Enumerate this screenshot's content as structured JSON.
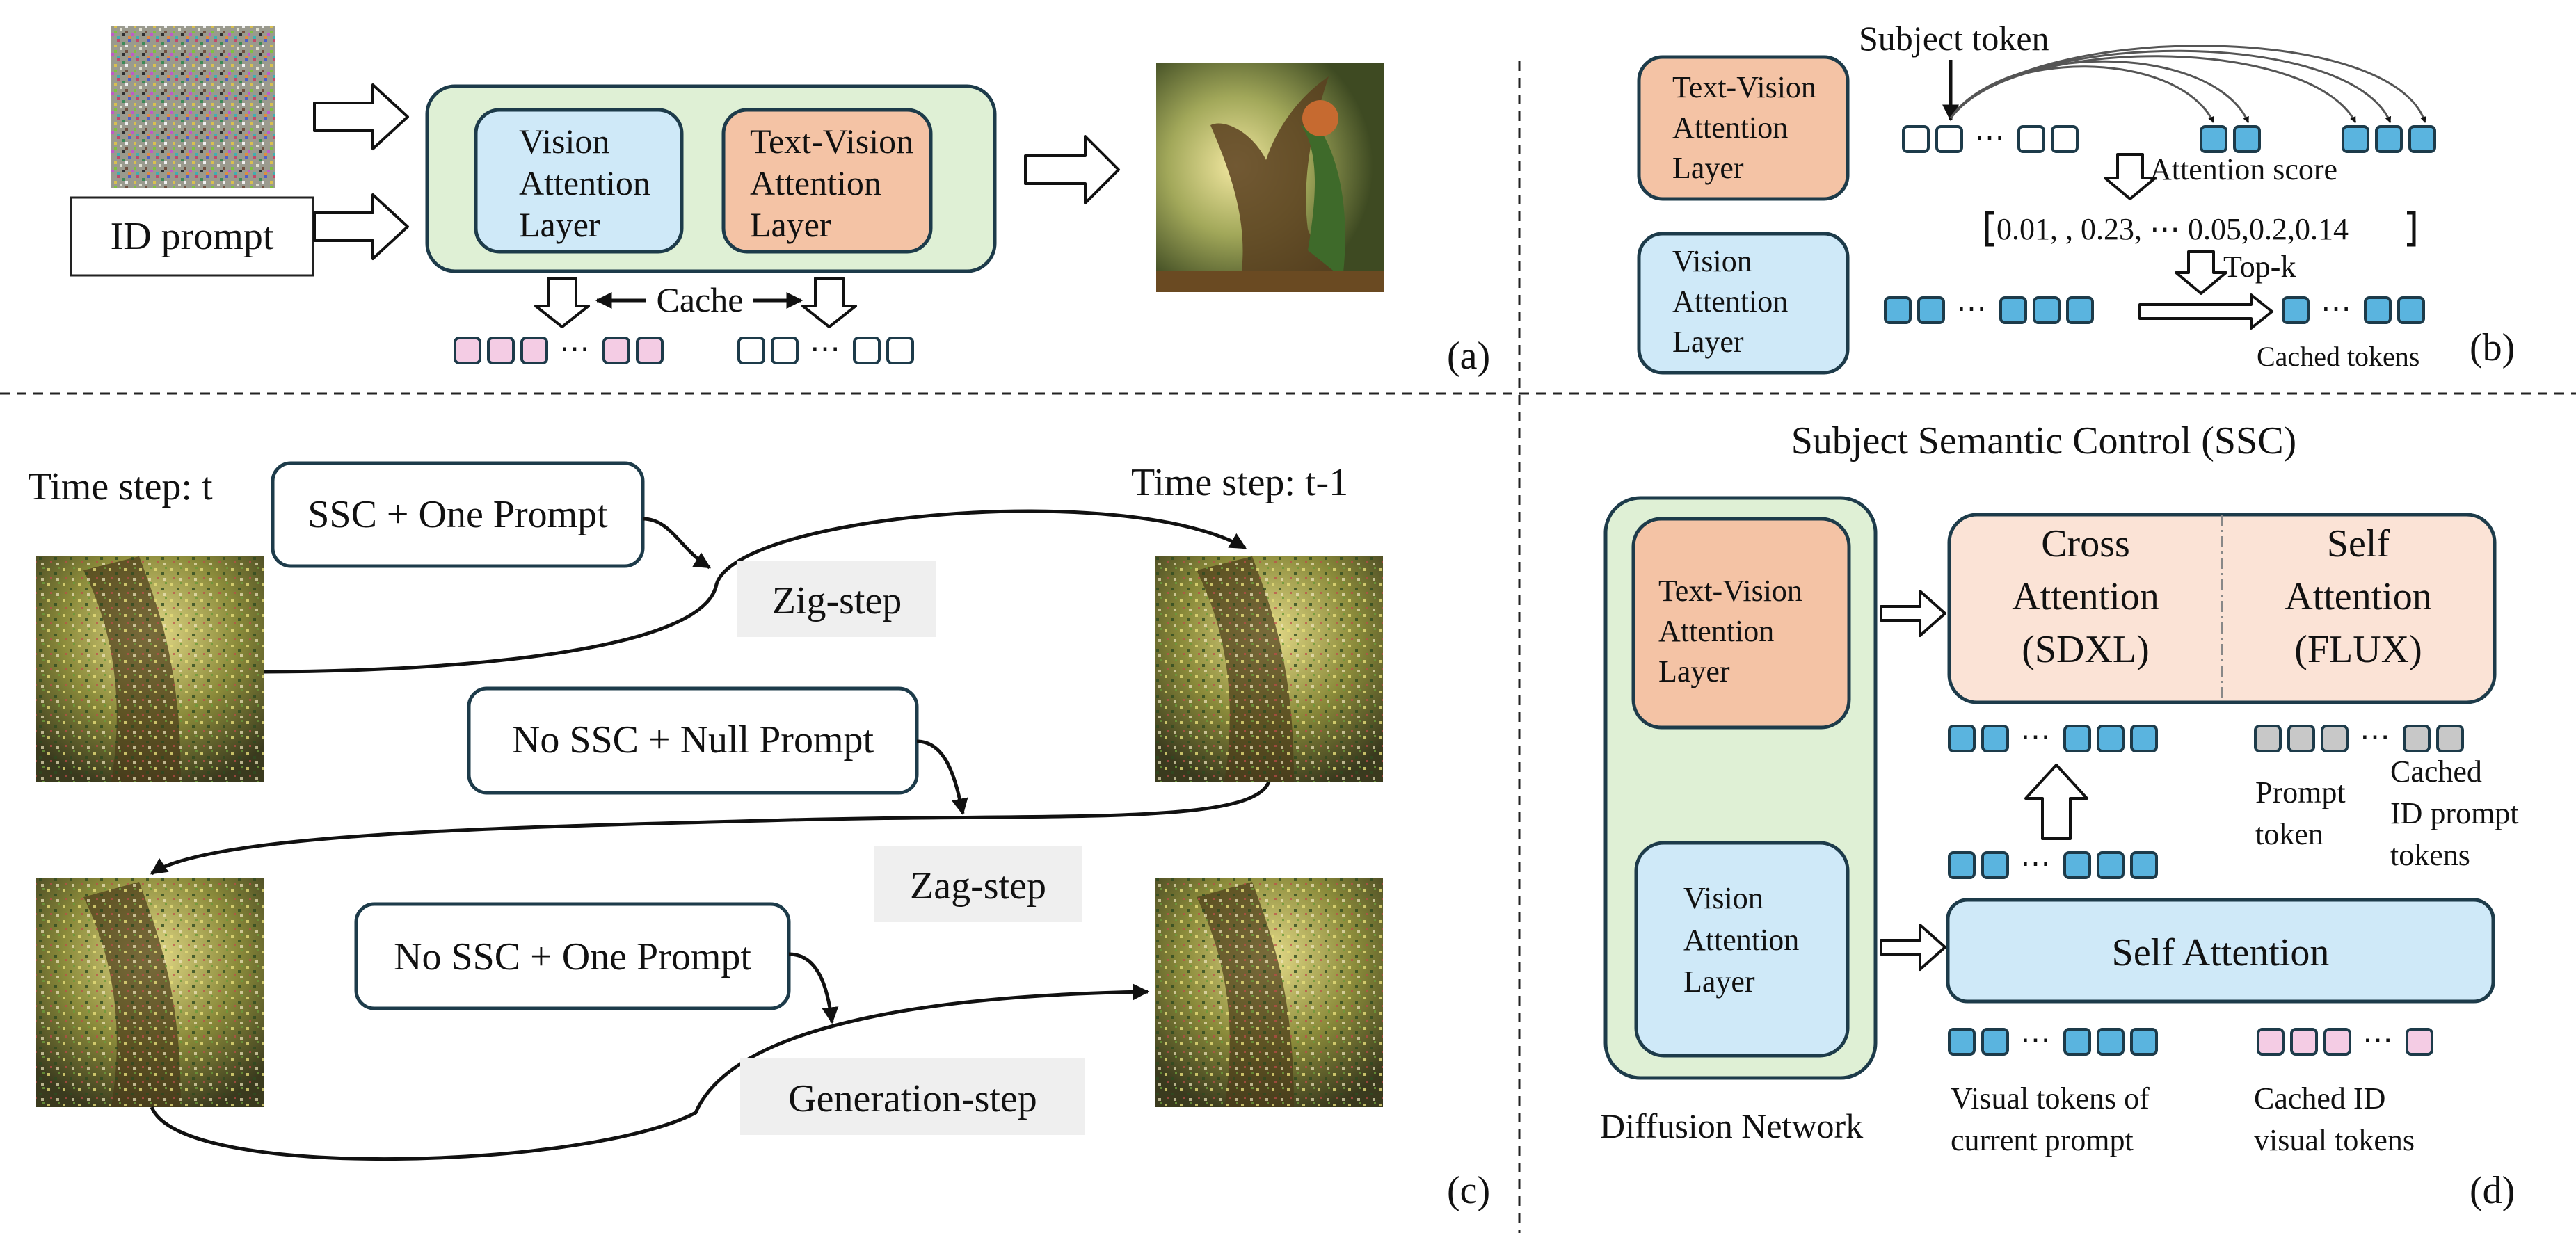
{
  "colors": {
    "green_fill": "#dff0d5",
    "blue_fill": "#cfe9f8",
    "orange_fill": "#f4c3a5",
    "peach_fill": "#fbe3d6",
    "token_blue": "#5ab4df",
    "token_pink": "#f4cce4",
    "token_gray": "#c8c8c8",
    "step_bg": "#efefef",
    "stroke": "#1d3b4a"
  },
  "icons": [
    "noise-image-icon",
    "dryad-image-icon",
    "noisy-dryad-image-icon",
    "hollow-arrow-icon"
  ],
  "panel_a": {
    "id_prompt": "ID prompt",
    "vision_layer": [
      "Vision",
      "Attention",
      "Layer"
    ],
    "text_vision_layer": [
      "Text-Vision",
      "Attention",
      "Layer"
    ],
    "cache": "Cache",
    "label": "(a)"
  },
  "panel_b": {
    "subject_token": "Subject token",
    "text_vision_layer": [
      "Text-Vision",
      "Attention",
      "Layer"
    ],
    "vision_layer": [
      "Vision",
      "Attention",
      "Layer"
    ],
    "attention_score": "Attention score",
    "scores": "0.01, , 0.23,  ⋯  0.05,0.2,0.14",
    "topk": "Top-k",
    "cached_tokens": "Cached tokens",
    "label": "(b)"
  },
  "panel_c": {
    "time_t": "Time step: t",
    "time_t1": "Time step: t-1",
    "ssc_one_prompt": "SSC + One Prompt",
    "zig_step": "Zig-step",
    "no_ssc_null": "No SSC + Null Prompt",
    "zag_step": "Zag-step",
    "no_ssc_one": "No SSC + One Prompt",
    "generation_step": "Generation-step",
    "label": "(c)"
  },
  "panel_d": {
    "title": "Subject Semantic Control (SSC)",
    "text_vision_layer": [
      "Text-Vision",
      "Attention",
      "Layer"
    ],
    "vision_layer": [
      "Vision",
      "Attention",
      "Layer"
    ],
    "diffusion_network": "Diffusion Network",
    "cross_attention": [
      "Cross",
      "Attention",
      "(SDXL)"
    ],
    "self_attention_flux": [
      "Self",
      "Attention",
      "(FLUX)"
    ],
    "prompt_token": [
      "Prompt",
      "token"
    ],
    "cached_id_prompt_tokens": [
      "Cached",
      "ID prompt",
      "tokens"
    ],
    "self_attention": "Self Attention",
    "visual_tokens_current": [
      "Visual tokens of",
      "current prompt"
    ],
    "cached_id_visual_tokens": [
      "Cached ID",
      "visual tokens"
    ],
    "label": "(d)"
  },
  "ellipsis": "⋯"
}
